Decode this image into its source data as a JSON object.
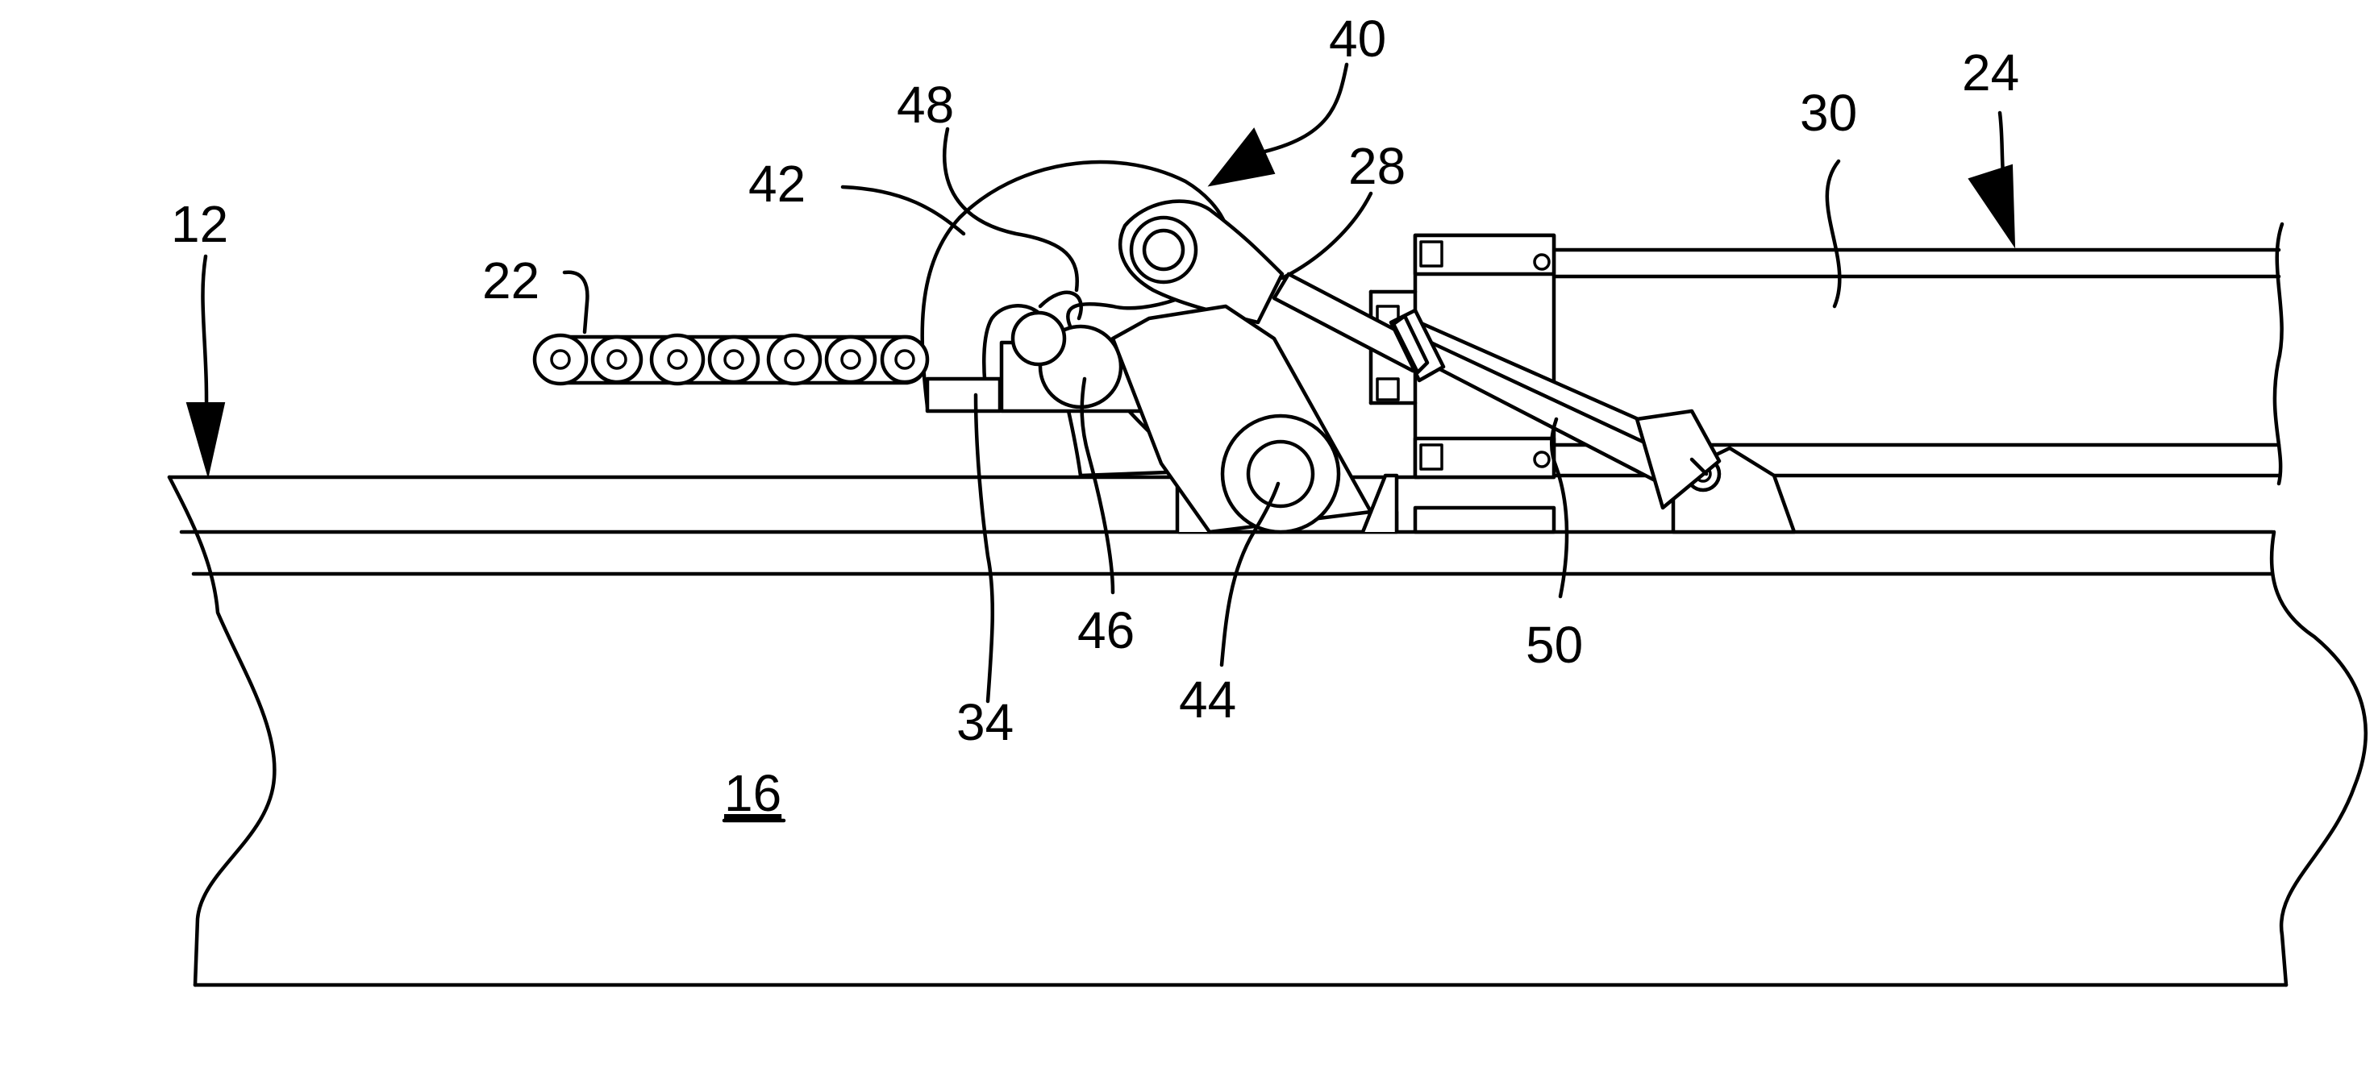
{
  "figure": {
    "labels": {
      "frame": "12",
      "body": "16",
      "chain": "22",
      "rail_assembly": "24",
      "cylinder_rod": "28",
      "rail": "30",
      "hook_seat": "34",
      "coupler": "40",
      "hook": "42",
      "main_pivot": "44",
      "roller_pivot": "46",
      "hook_throat": "48",
      "cylinder": "50"
    }
  }
}
